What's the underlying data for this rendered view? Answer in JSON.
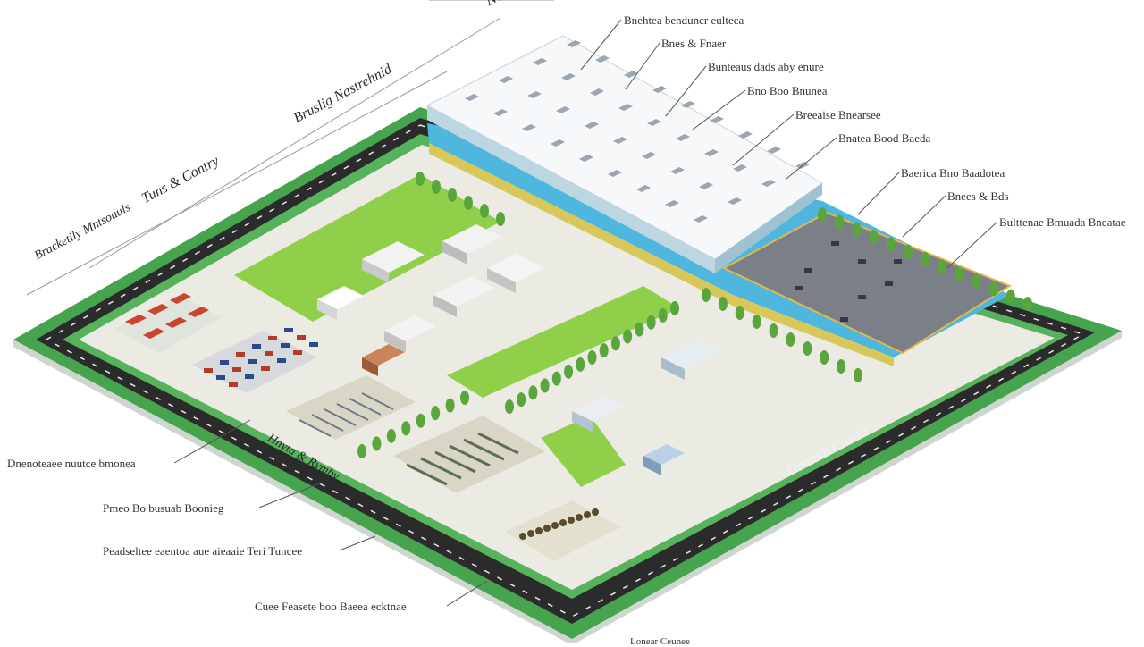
{
  "road_labels": {
    "top_partial": "Nadi",
    "nw_upper": "Bruslig Nastrehnid",
    "nw_middle": "Tuns & Contry",
    "nw_lower": "Bracketily Mntsouuls",
    "sw_inner": "Hnyta & Rymby",
    "se_road": "Gaanitb Comtir"
  },
  "right_callouts": [
    "Bnehtea benduncr eulteca",
    "Bnes & Fnaer",
    "Bunteaus dads aby enure",
    "Bno Boo Bnunea",
    "Breeaise Bnearsee",
    "Bnatea Bood Baeda",
    "Baerica Bno Baadotea",
    "Bnees & Bds",
    "Bulttenae Bmuada Bneatae"
  ],
  "left_callouts": [
    "Dnenoteaee nuutce bmonea",
    "Pmeo Bo busuab Boonieg",
    "Peadseltee eaentoa aue aieaaie Teri Tuncee",
    "Cuee Feasete boo Baeea ecktnae"
  ],
  "bottom_partial": "Lonear Ceunee",
  "colors": {
    "road": "#2b2b2b",
    "grass_edge": "#46a34e",
    "lawn": "#8fcf4a",
    "paving": "#ecebe3",
    "roof": "#f7f8f9",
    "canal": "#4fb6de",
    "parking_lot": "#7b8088",
    "brick": "#c9452e",
    "tree": "#5aa63c"
  }
}
